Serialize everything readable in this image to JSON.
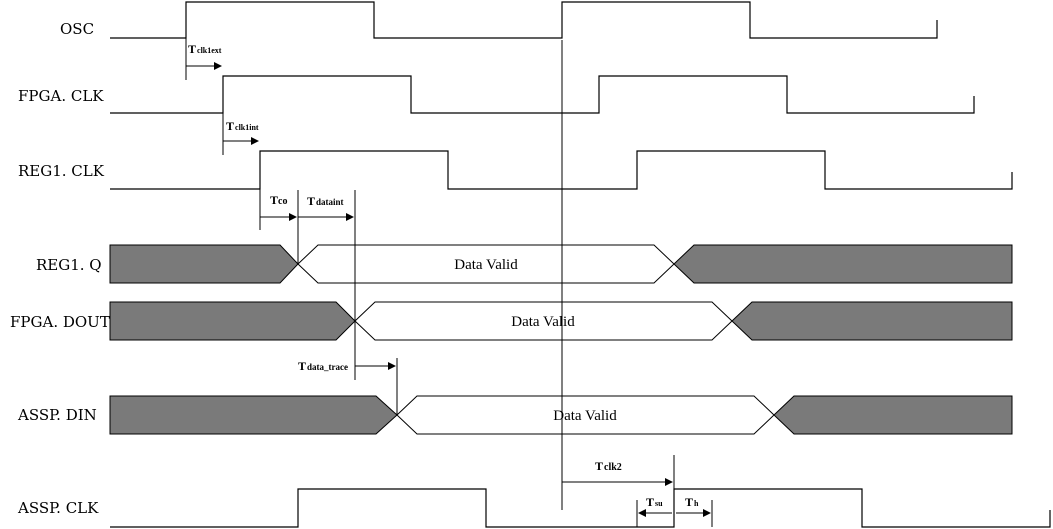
{
  "signals": {
    "osc": "OSC",
    "fpga_clk": "FPGA. CLK",
    "reg1_clk": "REG1. CLK",
    "reg1_q": "REG1. Q",
    "fpga_dout": "FPGA. DOUT",
    "assp_din": "ASSP. DIN",
    "assp_clk": "ASSP. CLK"
  },
  "bus_text": {
    "reg1_q": "Data Valid",
    "fpga_dout": "Data Valid",
    "assp_din": "Data Valid"
  },
  "timings": {
    "tclk1ext": {
      "main": "T",
      "sub": "clk1ext"
    },
    "tclk1int": {
      "main": "T",
      "sub": "clk1int"
    },
    "tco": {
      "main": "T",
      "sub": "co"
    },
    "tdataint": {
      "main": "T",
      "sub": "dataint"
    },
    "tdata_trace": {
      "main": "T",
      "sub": "data_trace"
    },
    "tclk2": {
      "main": "T",
      "sub": "clk2"
    },
    "tsu": {
      "main": "T",
      "sub": "su"
    },
    "th": {
      "main": "T",
      "sub": "h"
    }
  },
  "colors": {
    "bus_fill": "#7a7a7a",
    "line": "#000000",
    "background": "#ffffff"
  }
}
